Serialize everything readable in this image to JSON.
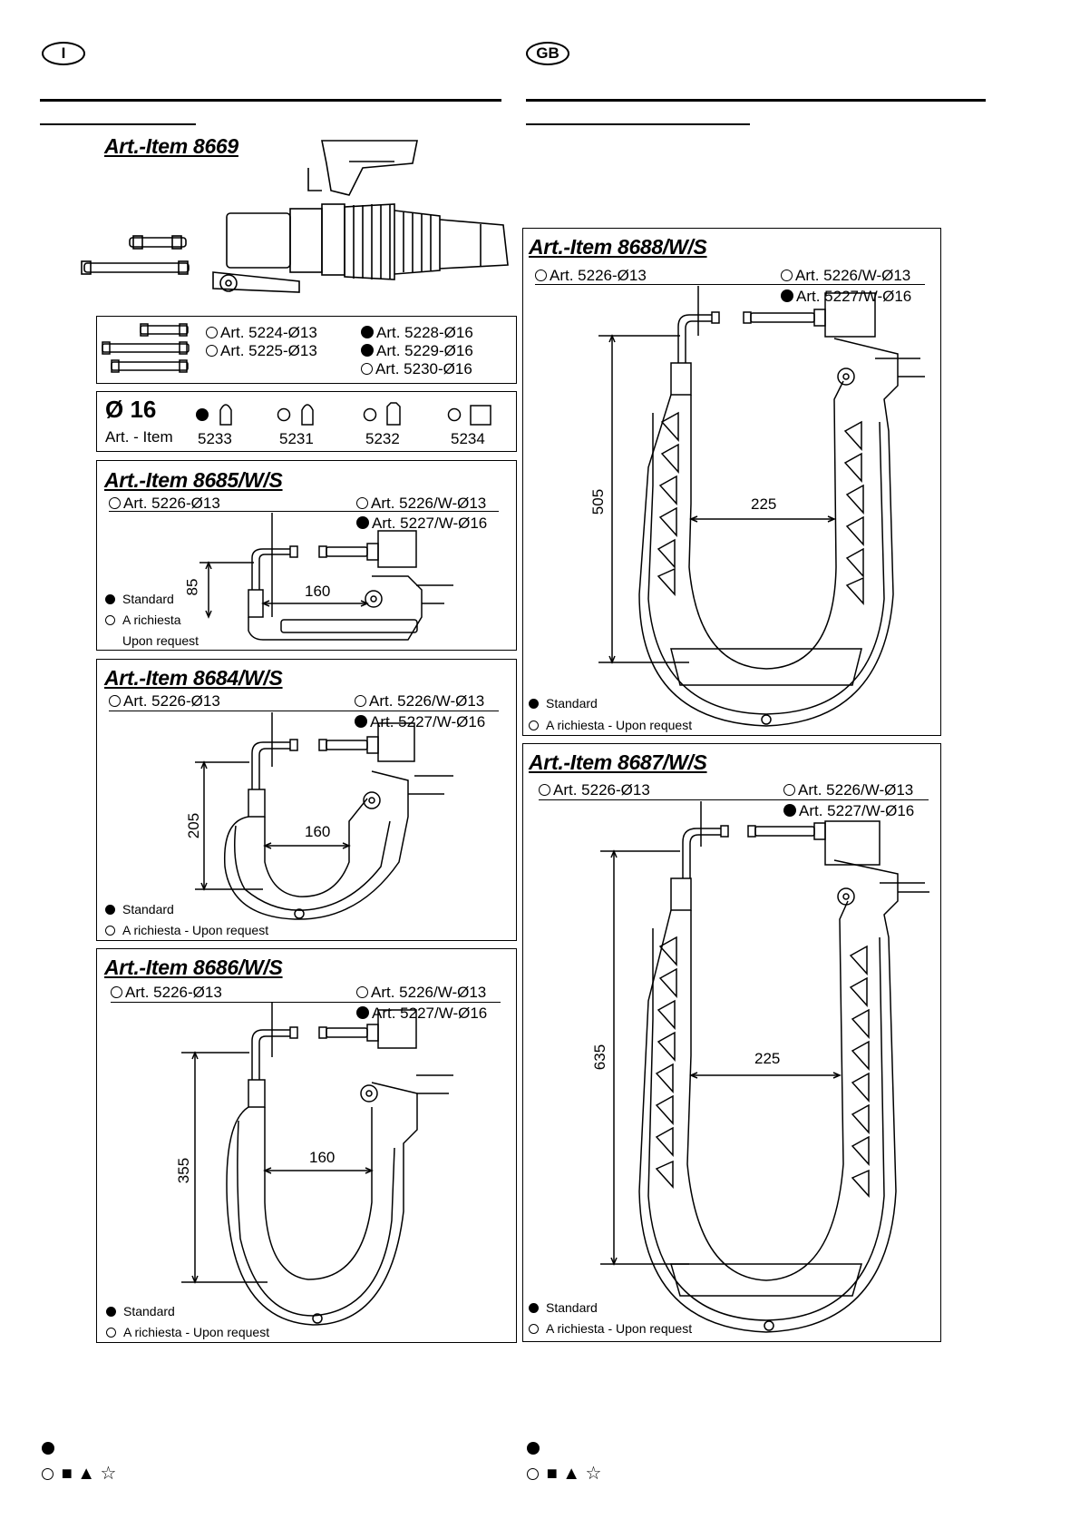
{
  "header": {
    "lang_left": "I",
    "lang_right": "GB"
  },
  "item_8669": {
    "title": "Art.-Item 8669",
    "electrodes_left": [
      "Art. 5224-Ø13",
      "Art. 5225-Ø13"
    ],
    "electrodes_right": [
      "Art. 5228-Ø16",
      "Art. 5229-Ø16",
      "Art. 5230-Ø16"
    ]
  },
  "tips": {
    "diameter": "Ø 16",
    "label": "Art. - Item",
    "codes": [
      "5233",
      "5231",
      "5232",
      "5234"
    ]
  },
  "arms": {
    "a8685": {
      "title": "Art.-Item 8685/W/S",
      "art_left": "Art. 5226-Ø13",
      "art_right_1": "Art. 5226/W-Ø13",
      "art_right_2": "Art. 5227/W-Ø16",
      "dim_h": "85",
      "dim_w": "160",
      "std": "Standard",
      "req1": "A richiesta",
      "req2": "Upon request"
    },
    "a8684": {
      "title": "Art.-Item 8684/W/S",
      "art_left": "Art. 5226-Ø13",
      "art_right_1": "Art. 5226/W-Ø13",
      "art_right_2": "Art. 5227/W-Ø16",
      "dim_h": "205",
      "dim_w": "160",
      "std": "Standard",
      "req": "A richiesta - Upon request"
    },
    "a8686": {
      "title": "Art.-Item 8686/W/S",
      "art_left": "Art. 5226-Ø13",
      "art_right_1": "Art. 5226/W-Ø13",
      "art_right_2": "Art. 5227/W-Ø16",
      "dim_h": "355",
      "dim_w": "160",
      "std": "Standard",
      "req": "A richiesta - Upon request"
    },
    "a8688": {
      "title": "Art.-Item 8688/W/S",
      "art_left": "Art. 5226-Ø13",
      "art_right_1": "Art. 5226/W-Ø13",
      "art_right_2": "Art. 5227/W-Ø16",
      "dim_h": "505",
      "dim_w": "225",
      "std": "Standard",
      "req": "A richiesta - Upon request"
    },
    "a8687": {
      "title": "Art.-Item 8687/W/S",
      "art_left": "Art. 5226-Ø13",
      "art_right_1": "Art. 5226/W-Ø13",
      "art_right_2": "Art. 5227/W-Ø16",
      "dim_h": "635",
      "dim_w": "225",
      "std": "Standard",
      "req": "A richiesta - Upon request"
    }
  },
  "footer": {
    "symbols": "■ ▲ ☆"
  }
}
